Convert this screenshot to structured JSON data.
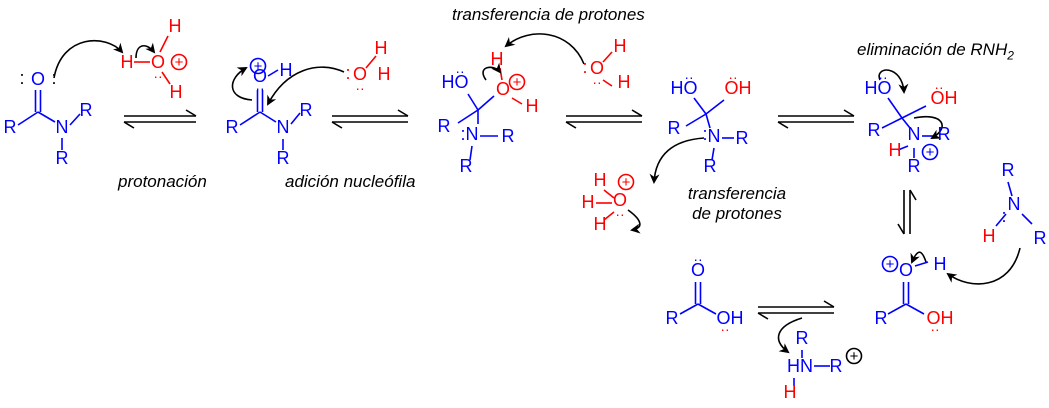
{
  "colors": {
    "skeleton": "#0000ff",
    "water": "#ff0000",
    "arrow": "#000000",
    "text": "#000000"
  },
  "captions": {
    "protonation": "protonación",
    "nucleophilic_addition": "adición nucleófila",
    "proton_transfer_top": "transferencia de protones",
    "proton_transfer_mid_line1": "transferencia",
    "proton_transfer_mid_line2": "de protones",
    "elimination_prefix": "eliminación de RNH",
    "elimination_subscript": "2"
  },
  "atoms": {
    "R": "R",
    "N": "N",
    "O": "O",
    "H": "H",
    "HO": "HO",
    "OH": "OH",
    "HN": "HN",
    "lone_pair_pair": ":",
    "lone_pair_top": "··",
    "plus": "+"
  }
}
